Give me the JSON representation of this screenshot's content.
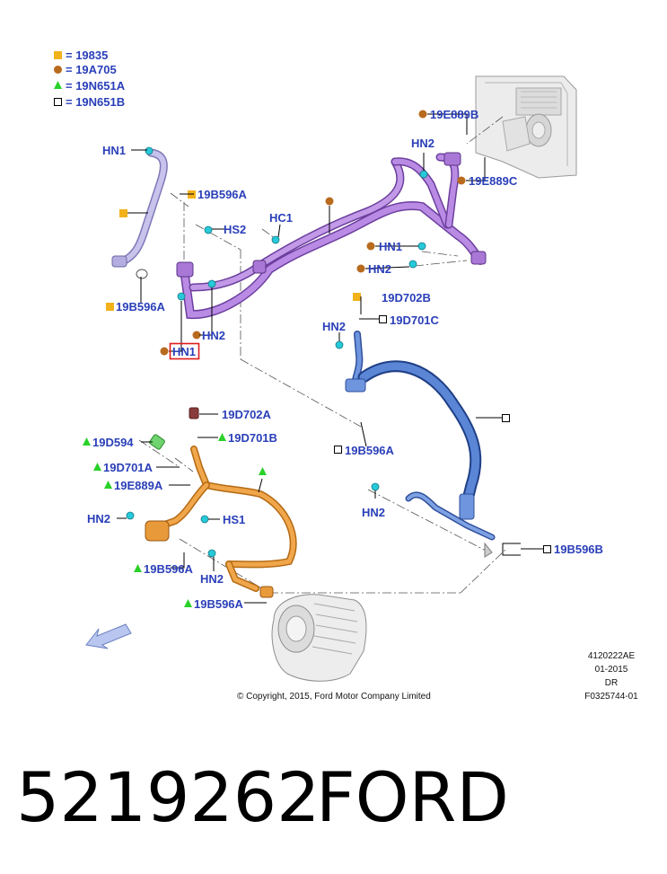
{
  "legend": [
    {
      "symbol": "square-filled",
      "color": "#f2b21c",
      "text": "= 19835"
    },
    {
      "symbol": "circle-filled",
      "color": "#b86a1d",
      "text": "= 19A705"
    },
    {
      "symbol": "triangle-filled",
      "color": "#2ad12a",
      "text": "= 19N651A"
    },
    {
      "symbol": "square-outline",
      "color": "#000000",
      "text": "= 19N651B"
    }
  ],
  "labels": {
    "l19E889B": "19E889B",
    "l19E889C": "19E889C",
    "hn2_top": "HN2",
    "hn1_left": "HN1",
    "l19B596A_1": "19B596A",
    "hs2": "HS2",
    "hc1": "HC1",
    "hn1_right": "HN1",
    "hn2_right": "HN2",
    "l19B596A_2": "19B596A",
    "hn2_mid": "HN2",
    "hn1_box": "HN1",
    "l19D702B": "19D702B",
    "l19D701C": "19D701C",
    "hn2_blue": "HN2",
    "l19B596A_3": "19B596A",
    "hn2_blue2": "HN2",
    "l19B596B": "19B596B",
    "l19D702A": "19D702A",
    "l19D701B": "19D701B",
    "l19D594": "19D594",
    "l19D701A": "19D701A",
    "l19E889A": "19E889A",
    "hn2_orange": "HN2",
    "hs1": "HS1",
    "l19B596A_4": "19B596A",
    "hn2_orange2": "HN2",
    "l19B596A_5": "19B596A"
  },
  "meta": {
    "line1": "4120222AE",
    "line2": "01-2015",
    "line3": "DR",
    "line4": "F0325744-01",
    "copyright": "© Copyright, 2015, Ford Motor Company Limited"
  },
  "part_number": "5219262",
  "brand": "FORD",
  "colors": {
    "label_blue": "#2a3fb8",
    "purple_pipe": "#a978d6",
    "lavender_pipe": "#b3aedf",
    "blue_pipe": "#4f77c9",
    "orange_pipe": "#e89a3a",
    "cyan_clip": "#27c9d9",
    "highlight_red": "#e01b1b"
  }
}
